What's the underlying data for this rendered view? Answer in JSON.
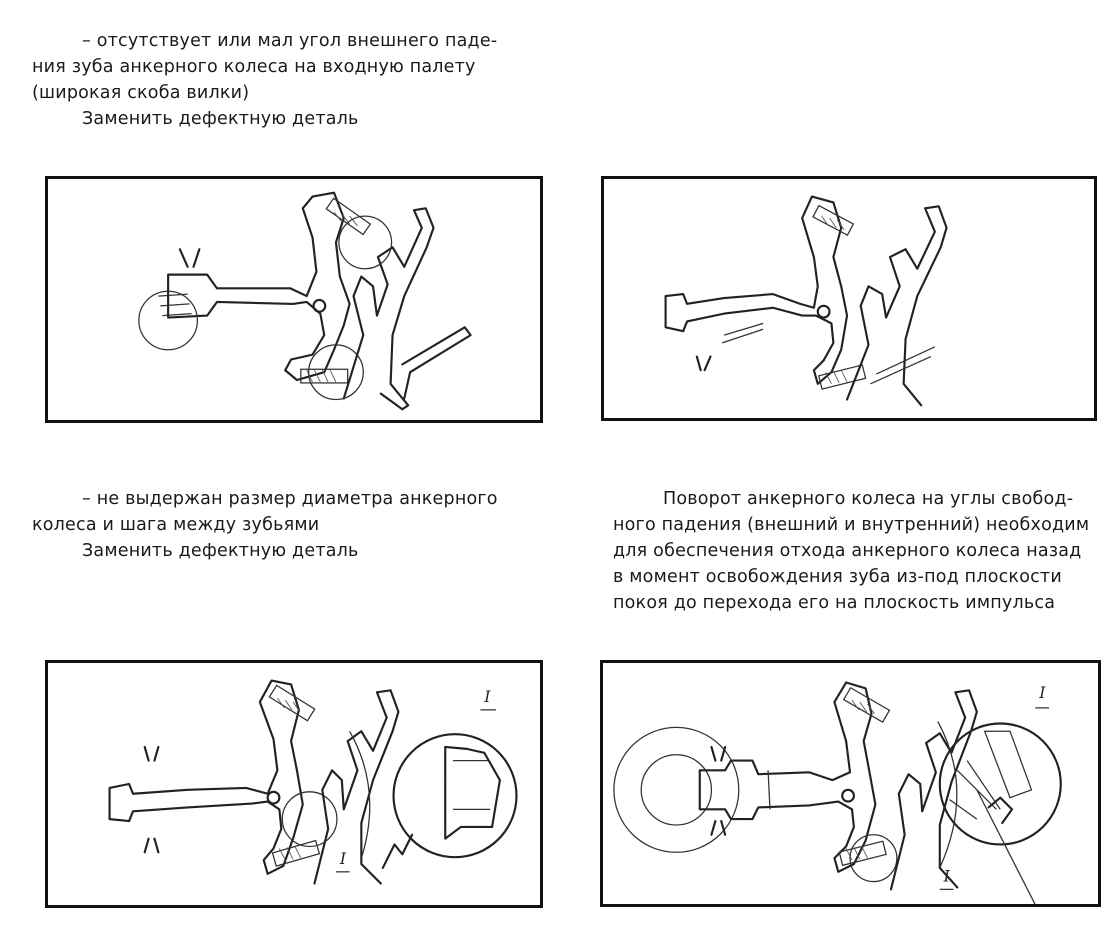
{
  "text": {
    "top_block": {
      "line1": "– отсутствует или мал угол внешнего паде-",
      "line2": "ния зуба анкерного колеса на входную палету",
      "line3": "(широкая скоба вилки)",
      "line4": "Заменить дефектную деталь"
    },
    "middle_left": {
      "line1": "– не выдержан размер диаметра анкерного",
      "line2": "колеса и шага между зубьями",
      "line3": "Заменить дефектную деталь"
    },
    "middle_right": {
      "line1": "Поворот анкерного колеса на углы свобод-",
      "line2": "ного падения (внешний и внутренний) необходим",
      "line3": "для обеспечения отхода анкерного колеса назад",
      "line4": "в момент освобождения зуба из-под плоскости",
      "line5": "покоя до перехода его на плоскость импульса"
    }
  },
  "figure_labels": {
    "fig3_label_top": "I",
    "fig3_label_bottom": "I",
    "fig4_label_top": "I",
    "fig4_label_bottom": "I"
  }
}
